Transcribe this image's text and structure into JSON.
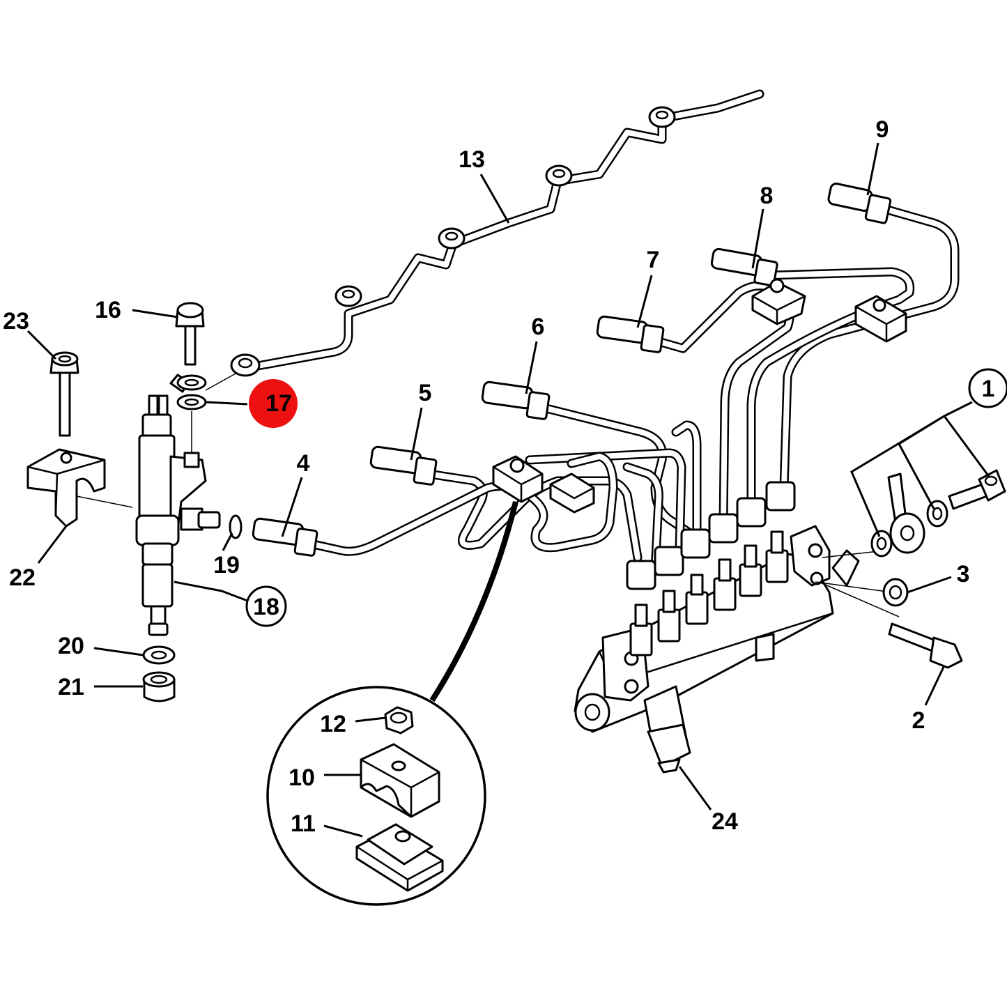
{
  "callouts": [
    {
      "id": "c1",
      "text": "1",
      "circled": true
    },
    {
      "id": "c2",
      "text": "2"
    },
    {
      "id": "c3",
      "text": "3"
    },
    {
      "id": "c4",
      "text": "4"
    },
    {
      "id": "c5",
      "text": "5"
    },
    {
      "id": "c6",
      "text": "6"
    },
    {
      "id": "c7",
      "text": "7"
    },
    {
      "id": "c8",
      "text": "8"
    },
    {
      "id": "c9",
      "text": "9"
    },
    {
      "id": "c10",
      "text": "10"
    },
    {
      "id": "c11",
      "text": "11"
    },
    {
      "id": "c12",
      "text": "12"
    },
    {
      "id": "c13",
      "text": "13"
    },
    {
      "id": "c16",
      "text": "16"
    },
    {
      "id": "c17",
      "text": "17",
      "highlighted": true
    },
    {
      "id": "c18",
      "text": "18",
      "circled": true
    },
    {
      "id": "c19",
      "text": "19"
    },
    {
      "id": "c20",
      "text": "20"
    },
    {
      "id": "c21",
      "text": "21"
    },
    {
      "id": "c22",
      "text": "22"
    },
    {
      "id": "c23",
      "text": "23"
    },
    {
      "id": "c24",
      "text": "24"
    }
  ],
  "colors": {
    "highlight": "#ee1111",
    "line": "#000000",
    "background": "#ffffff"
  }
}
